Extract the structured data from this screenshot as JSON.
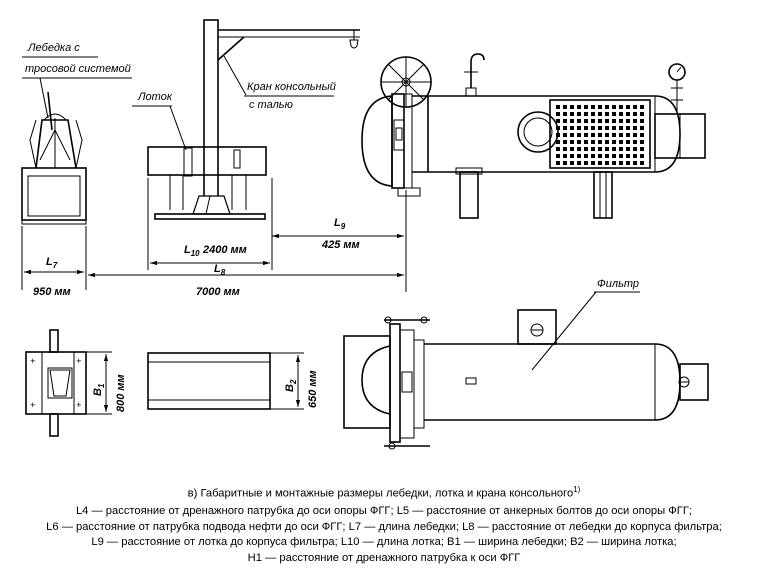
{
  "labels": {
    "winch": [
      "Лебедка с",
      "тросовой системой"
    ],
    "tray": "Лоток",
    "crane": [
      "Кран консольный",
      "с талью"
    ],
    "filter": "Фильтр"
  },
  "dimensions": {
    "l7": {
      "symbol": "L",
      "sub": "7",
      "value": "950 мм"
    },
    "l8": {
      "symbol": "L",
      "sub": "8",
      "value": "7000 мм"
    },
    "l9": {
      "symbol": "L",
      "sub": "9",
      "value": "425 мм"
    },
    "l10": {
      "symbol": "L",
      "sub": "10",
      "value": "2400 мм"
    },
    "b1": {
      "symbol": "B",
      "sub": "1",
      "value": "800 мм"
    },
    "b2": {
      "symbol": "B",
      "sub": "2",
      "value": "650 мм"
    }
  },
  "caption": {
    "title": "в) Габаритные и монтажные размеры лебедки, лотка и крана консольного",
    "footnote": "1)"
  },
  "legend": [
    "L4 — расстояние от дренажного патрубка до оси опоры ФГГ; L5 — расстояние от анкерных болтов до оси опоры ФГГ;",
    "L6 — расстояние от патрубка подвода нефти до оси ФГГ; L7 — длина лебедки; L8 — расстояние от лебедки до корпуса фильтра;",
    "L9 — расстояние от лотка до корпуса фильтра; L10 — длина лотка; B1 — ширина лебедки; B2 — ширина лотка;",
    "H1 — расстояние от дренажного патрубка к оси ФГГ"
  ]
}
